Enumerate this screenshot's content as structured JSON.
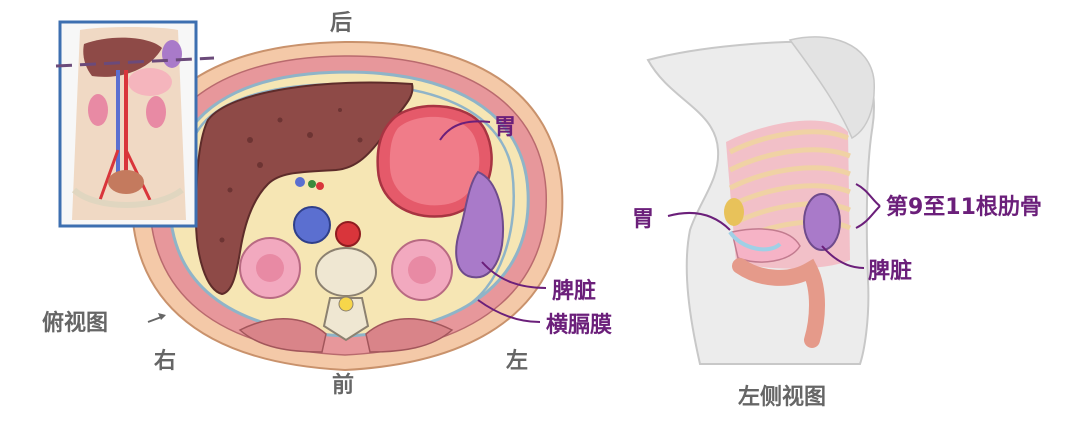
{
  "cross_section": {
    "orientation": {
      "top": "后",
      "bottom": "前",
      "right_side": "右",
      "left_side": "左"
    },
    "view_label": "俯视图",
    "labels": {
      "stomach": "胃",
      "spleen": "脾脏",
      "diaphragm": "横膈膜"
    }
  },
  "lateral": {
    "labels": {
      "stomach": "胃",
      "ribs": "第9至11根肋骨",
      "spleen": "脾脏"
    },
    "view_label": "左侧视图"
  },
  "colors": {
    "label_purple": "#6b1f7a",
    "label_gray": "#666666",
    "liver": "#8e4a47",
    "stomach": "#e55a6a",
    "spleen": "#a97ac9",
    "kidney": "#f2a9bf",
    "skin": "#f4c9a8",
    "muscle": "#e7979b",
    "torso": "#ececec",
    "inset_border": "#3d6fb0"
  }
}
